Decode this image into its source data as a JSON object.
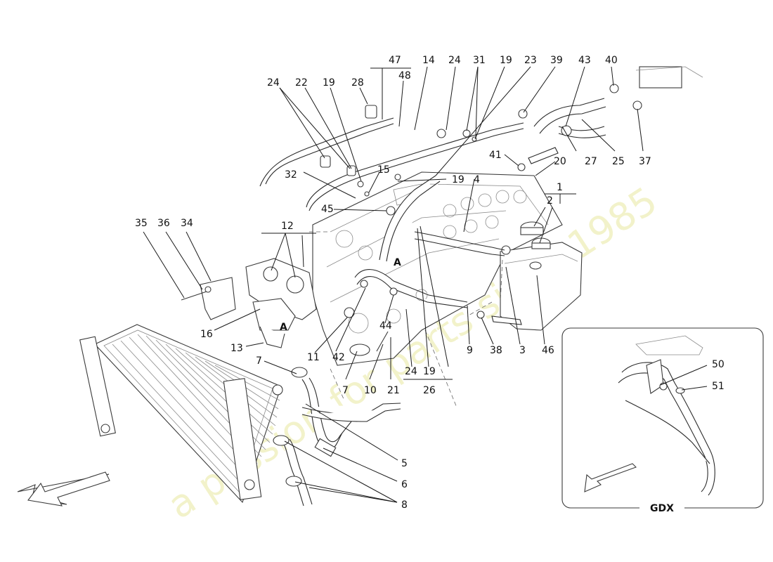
{
  "watermark": {
    "line1": "a passion for parts since 1985"
  },
  "callouts": [
    {
      "id": "47",
      "text": "47"
    },
    {
      "id": "48",
      "text": "48"
    },
    {
      "id": "14",
      "text": "14"
    },
    {
      "id": "24a",
      "text": "24"
    },
    {
      "id": "31",
      "text": "31"
    },
    {
      "id": "19a",
      "text": "19"
    },
    {
      "id": "23",
      "text": "23"
    },
    {
      "id": "39",
      "text": "39"
    },
    {
      "id": "43",
      "text": "43"
    },
    {
      "id": "40",
      "text": "40"
    },
    {
      "id": "24b",
      "text": "24"
    },
    {
      "id": "22",
      "text": "22"
    },
    {
      "id": "19b",
      "text": "19"
    },
    {
      "id": "28",
      "text": "28"
    },
    {
      "id": "41",
      "text": "41"
    },
    {
      "id": "20",
      "text": "20"
    },
    {
      "id": "27",
      "text": "27"
    },
    {
      "id": "25",
      "text": "25"
    },
    {
      "id": "37",
      "text": "37"
    },
    {
      "id": "15",
      "text": "15"
    },
    {
      "id": "19c",
      "text": "19"
    },
    {
      "id": "4",
      "text": "4"
    },
    {
      "id": "1",
      "text": "1"
    },
    {
      "id": "32",
      "text": "32"
    },
    {
      "id": "2",
      "text": "2"
    },
    {
      "id": "45",
      "text": "45"
    },
    {
      "id": "35",
      "text": "35"
    },
    {
      "id": "36",
      "text": "36"
    },
    {
      "id": "34",
      "text": "34"
    },
    {
      "id": "12",
      "text": "12"
    },
    {
      "id": "A1",
      "text": "A"
    },
    {
      "id": "A2",
      "text": "A"
    },
    {
      "id": "16",
      "text": "16"
    },
    {
      "id": "13",
      "text": "13"
    },
    {
      "id": "11",
      "text": "11"
    },
    {
      "id": "42",
      "text": "42"
    },
    {
      "id": "44",
      "text": "44"
    },
    {
      "id": "9",
      "text": "9"
    },
    {
      "id": "38",
      "text": "38"
    },
    {
      "id": "3",
      "text": "3"
    },
    {
      "id": "46",
      "text": "46"
    },
    {
      "id": "7a",
      "text": "7"
    },
    {
      "id": "24c",
      "text": "24"
    },
    {
      "id": "19d",
      "text": "19"
    },
    {
      "id": "7b",
      "text": "7"
    },
    {
      "id": "10",
      "text": "10"
    },
    {
      "id": "21",
      "text": "21"
    },
    {
      "id": "26",
      "text": "26"
    },
    {
      "id": "5",
      "text": "5"
    },
    {
      "id": "6",
      "text": "6"
    },
    {
      "id": "8",
      "text": "8"
    },
    {
      "id": "50",
      "text": "50"
    },
    {
      "id": "51",
      "text": "51"
    }
  ],
  "inset": {
    "label": "GDX"
  }
}
